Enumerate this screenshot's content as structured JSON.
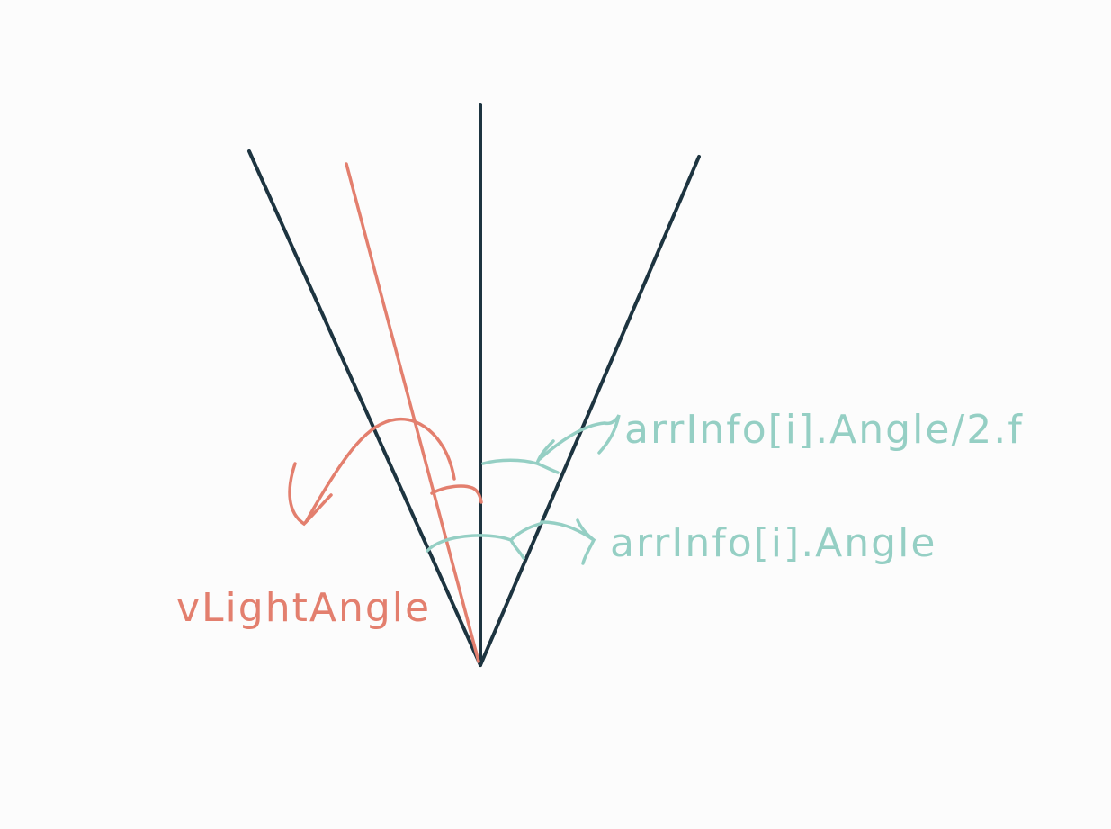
{
  "diagram": {
    "labels": {
      "half_angle": "arrInfo[i].Angle/2.f",
      "full_angle": "arrInfo[i].Angle",
      "light_angle": "vLightAngle"
    },
    "colors": {
      "background": "#fcfcfc",
      "structure_lines": "#1d3440",
      "light_ray": "#e37f6e",
      "annotation": "#95cfc4"
    }
  }
}
